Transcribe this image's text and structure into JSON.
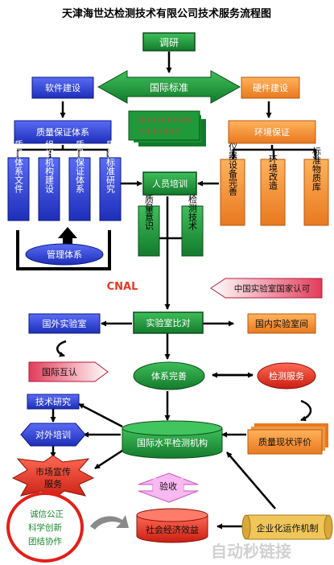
{
  "title": "天津海世达检测技术有限公司技术服务流程图",
  "nodes": {
    "research": "调研",
    "intl_standard": "国际标准",
    "software": "软件建设",
    "hardware": "硬件建设",
    "standard_code_1": "ISO/IEC17025",
    "standard_code_2": "CB15481",
    "qa_system": "质量保证体系",
    "environment": "环境保证",
    "qa_docs": "质量体系文件",
    "org_build": "组织机构建设",
    "qa_sys": "质量保证体系",
    "qa_std_research": "质量标准研究",
    "mgmt_system": "管理体系",
    "training": "人员培训",
    "instrument": "仪器设备完善",
    "env_improve": "环境改造",
    "ref_library": "标准物质库",
    "quality_awareness": "质量意识",
    "test_tech": "检测技术",
    "cnal": "CNAL",
    "china_accred": "中国实验室国家认可",
    "foreign_lab": "国外实验室",
    "lab_compare": "实验室比对",
    "domestic_lab": "国内实验室间",
    "mutual_recog": "国际互认",
    "system_complete": "体系完善",
    "test_service": "检测服务",
    "tech_research": "技术研究",
    "external_training": "对外培训",
    "intl_level": "国际水平检测机构",
    "quality_eval": "质量现状评价",
    "marketing_1": "市场宣传",
    "marketing_2": "服务",
    "acceptance": "验收",
    "values_1": "诚信公正",
    "values_2": "科学创新",
    "values_3": "团结协作",
    "social_benefit": "社会经济效益",
    "enterprise_ops": "企业化运作机制",
    "watermark": "自动秒链接"
  },
  "colors": {
    "green": "#1f9a3a",
    "blue": "#2c44e0",
    "orange": "#f79238",
    "red": "#e53826",
    "pink": "#f3b0b8",
    "gold": "#f0c65a",
    "watermark": "#c9c9c9"
  }
}
